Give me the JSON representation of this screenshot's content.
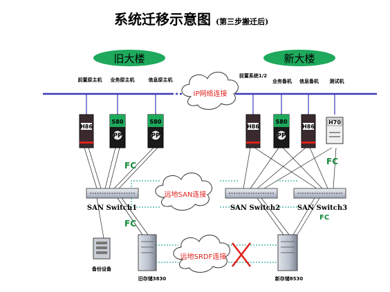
{
  "title": "系统迁移示意图",
  "subtitle": "(第三步搬迁后)",
  "buildings": {
    "old": "旧大楼",
    "new": "新大楼"
  },
  "hosts": {
    "old": [
      {
        "label": "前置原主机",
        "model": "H86"
      },
      {
        "label": "业务原主机",
        "model": "S80",
        "badge": "PP"
      },
      {
        "label": "信息原主机",
        "model": "S80",
        "badge": "PP"
      }
    ],
    "new": [
      {
        "label": "前置系统1/2",
        "model": "H86"
      },
      {
        "label": "业务备机",
        "model": "S80",
        "badge": "PP"
      },
      {
        "label": "信息备机",
        "model": "H86"
      },
      {
        "label": "测试机",
        "model": "H70"
      }
    ]
  },
  "network": {
    "ip": "IP网络连接",
    "san_remote": "远地SAN连接",
    "srdf_remote": "远地SRDF连接"
  },
  "fc_label": "FC",
  "switches": [
    "SAN Switch1",
    "SAN Switch2",
    "SAN Switch3"
  ],
  "storage": {
    "backup": "备份设备",
    "old": "旧存储3830",
    "new": "新存储8530"
  },
  "colors": {
    "ellipse": "#1ea95c",
    "fc": "#138a3c",
    "cloud_text": "#e0201a",
    "bus": "#3a3ab8",
    "dotted": "#2aa89a"
  }
}
